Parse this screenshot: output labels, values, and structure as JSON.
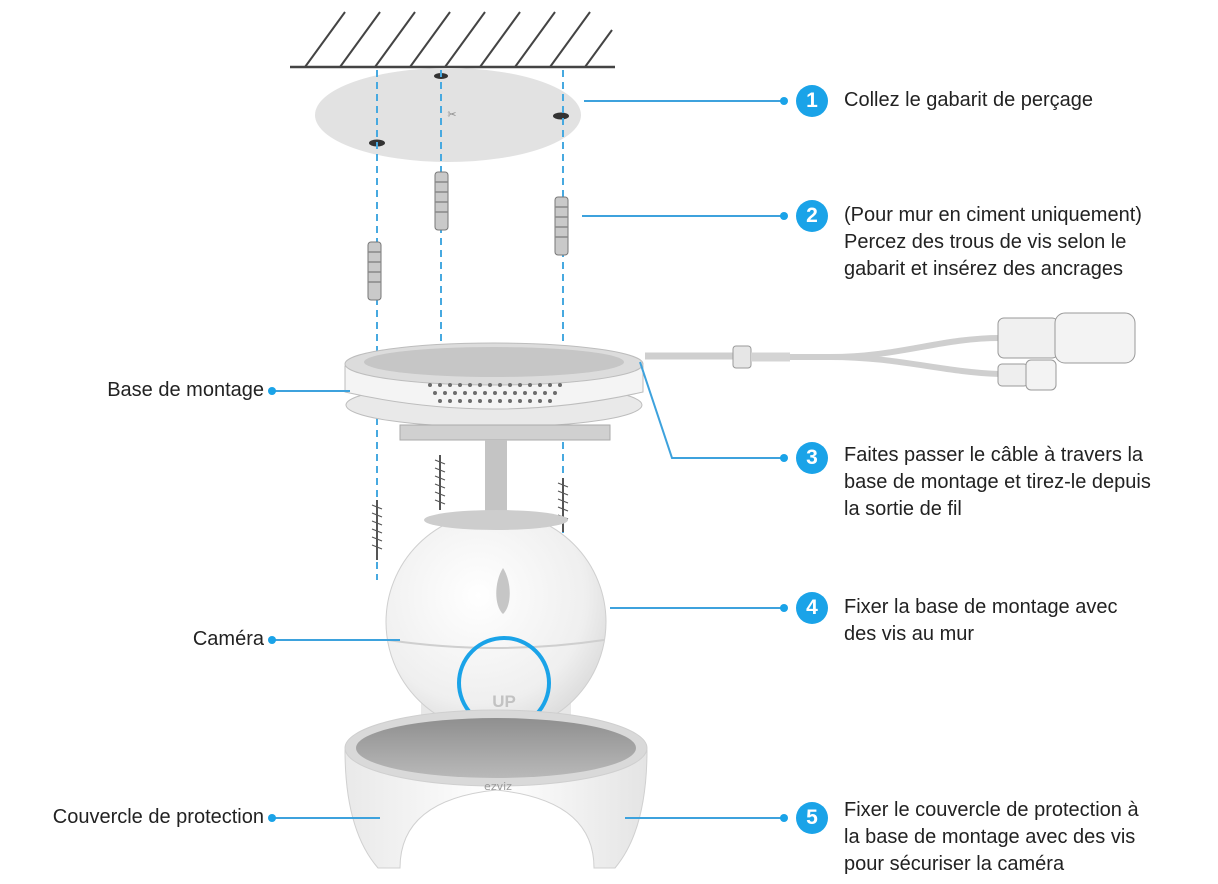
{
  "colors": {
    "accent": "#1aa3e8",
    "line": "#4a4a4a",
    "device": "#f1f1f1"
  },
  "logo_text": "ezviz",
  "dome_text": "UP",
  "parts": [
    {
      "label": "Base de montage"
    },
    {
      "label": "Caméra"
    },
    {
      "label": "Couvercle de protection"
    }
  ],
  "steps": [
    {
      "number": "1",
      "lines": [
        "Collez le gabarit de perçage"
      ]
    },
    {
      "number": "2",
      "lines": [
        "(Pour mur en ciment uniquement)",
        "Percez des trous de vis selon le",
        "gabarit et insérez des ancrages"
      ]
    },
    {
      "number": "3",
      "lines": [
        "Faites passer le câble à travers la",
        "base de montage et tirez-le depuis",
        "la sortie de fil"
      ]
    },
    {
      "number": "4",
      "lines": [
        "Fixer la base de montage avec",
        "des vis au mur"
      ]
    },
    {
      "number": "5",
      "lines": [
        "Fixer le couvercle de protection à",
        "la base de montage avec des vis",
        "pour sécuriser la caméra"
      ]
    }
  ]
}
